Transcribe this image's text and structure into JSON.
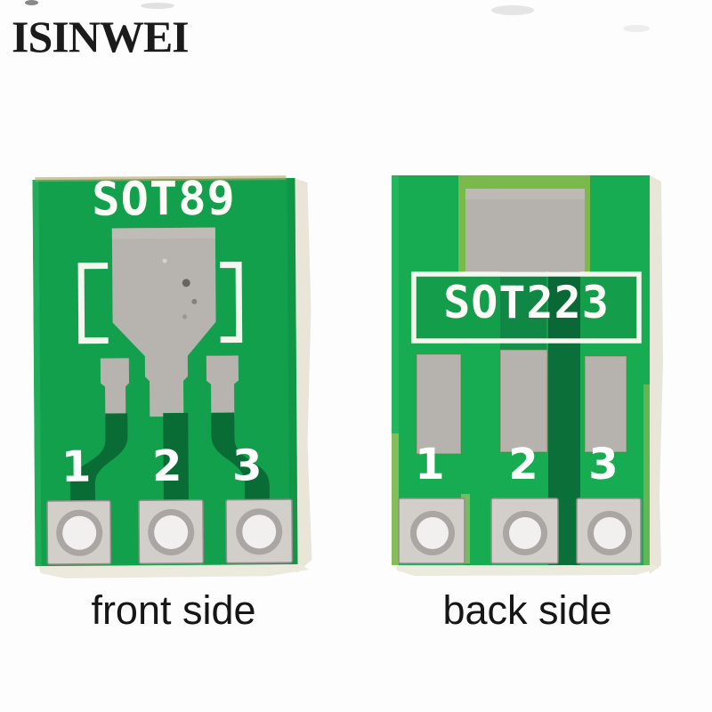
{
  "brand": {
    "watermark": "ISINWEI"
  },
  "boards": {
    "front": {
      "silkscreen_label": "SOT89",
      "pins": [
        "1",
        "2",
        "3"
      ],
      "caption": "front side"
    },
    "back": {
      "silkscreen_label": "SOT223",
      "pins": [
        "1",
        "2",
        "3"
      ],
      "caption": "back side"
    }
  },
  "colors": {
    "pcb_green_front": "#12a04c",
    "pcb_green_back": "#17ab52",
    "trace_dark_green": "#0a6c35",
    "pad_gray": "#b6b3ae",
    "through_hole_silver": "#d2cfcb",
    "silkscreen_white": "#ffffff",
    "substrate_edge": "#e9e6d9",
    "background_white": "#fdfdfd",
    "caption_black": "#161616"
  }
}
